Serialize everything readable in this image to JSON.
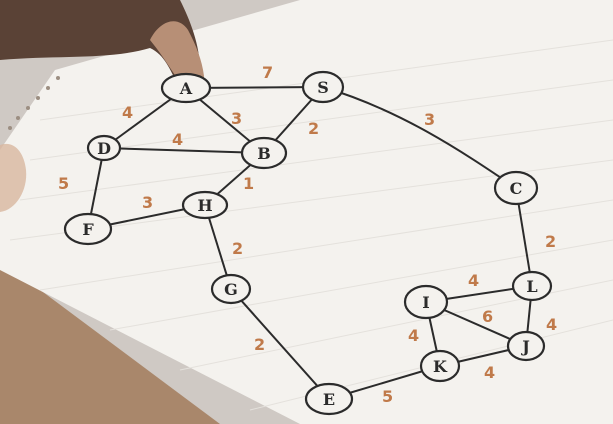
{
  "graph": {
    "nodes": {
      "A": "A",
      "S": "S",
      "D": "D",
      "B": "B",
      "H": "H",
      "F": "F",
      "G": "G",
      "C": "C",
      "L": "L",
      "I": "I",
      "J": "J",
      "K": "K",
      "E": "E"
    },
    "weights": {
      "AS": "7",
      "AD": "4",
      "AB": "3",
      "SB": "2",
      "DB": "4",
      "BH": "1",
      "DF": "5",
      "FH": "3",
      "HG": "2",
      "GE": "2",
      "SC": "3",
      "CL": "2",
      "LI": "4",
      "LJ": "4",
      "IJ": "6",
      "IK": "4",
      "JK": "4",
      "KE": "5"
    }
  },
  "colors": {
    "ink": "#2b2b2b",
    "weight_ink": "#c07a4a",
    "paper": "#f4f2ee",
    "table": "#b08c70"
  }
}
